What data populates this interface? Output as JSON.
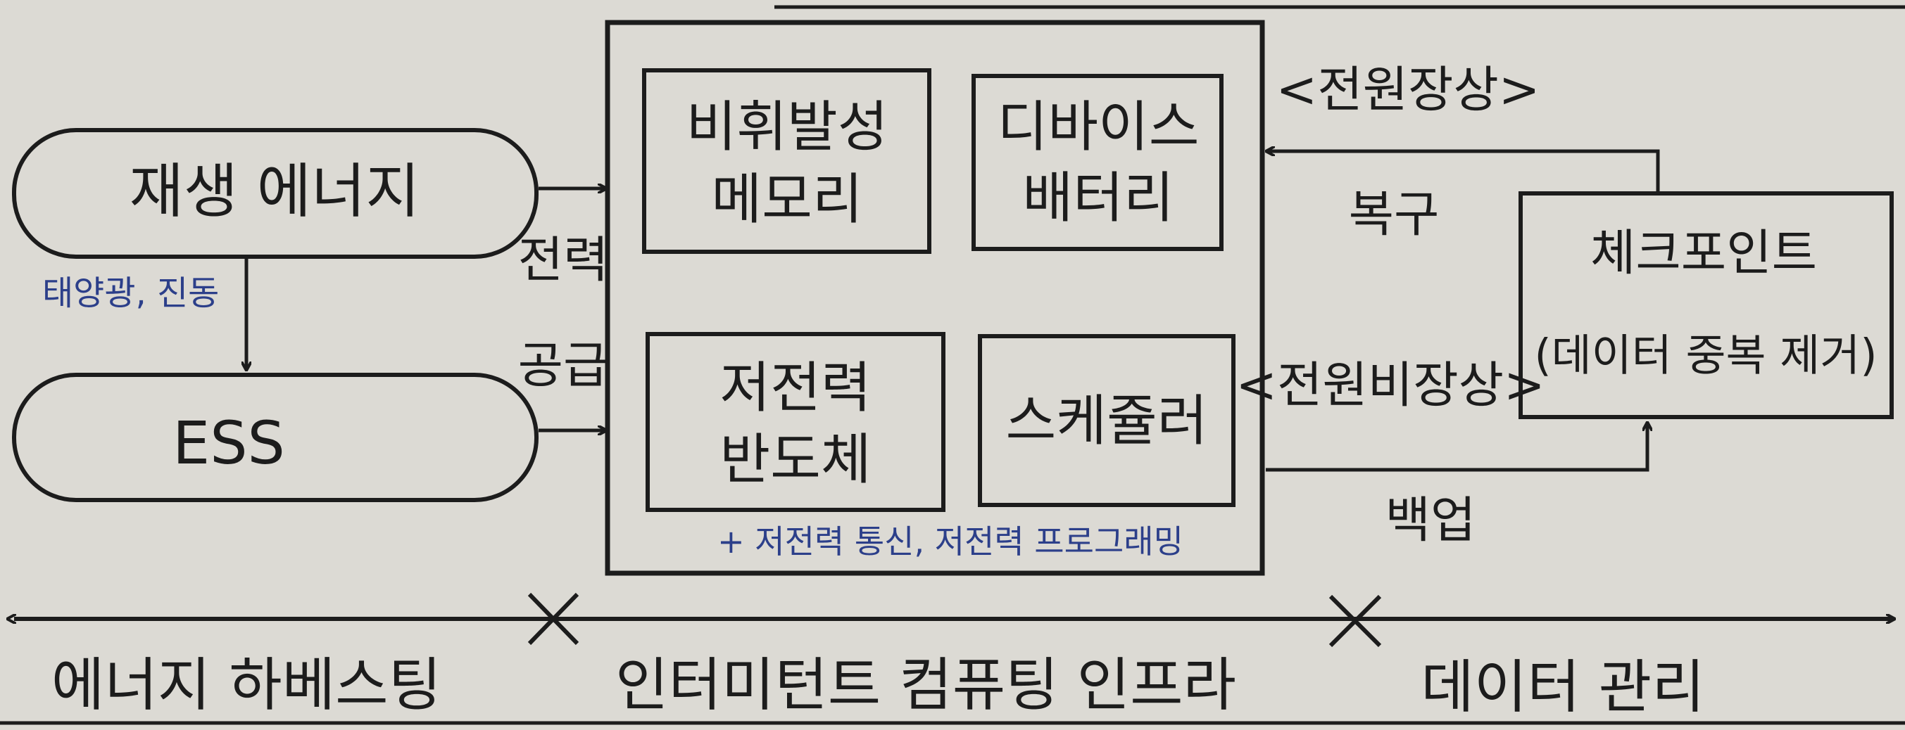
{
  "sources": {
    "renewable": "재생 에너지",
    "renewable_examples": "태양광, 진동",
    "ess": "ESS"
  },
  "power_supply_label": [
    "전력",
    "공급"
  ],
  "core": {
    "nonvolatile_memory": [
      "비휘발성",
      "메모리"
    ],
    "device_battery": [
      "디바이스",
      "배터리"
    ],
    "low_power_processor": [
      "저전력",
      "반도체"
    ],
    "scheduler": "스케쥴러",
    "footnote": "+ 저전력 통신, 저전력 프로그래밍"
  },
  "right": {
    "power_failure_top": "<전원장상>",
    "recovery": "복구",
    "power_failure_bottom": "<전원비장상>",
    "backup": "백업",
    "checkpoint": [
      "체크포인트",
      "(데이터 중복 제거)"
    ]
  },
  "bottom_axis": {
    "energy_harvesting": "에너지 하베스팅",
    "intermittent_computing": "인터미턴트 컴퓨팅 인프라",
    "data_management": "데이터 관리"
  },
  "colors": {
    "ink": "#1c1c1c",
    "blue_ink": "#2c3f8a",
    "paper": "#dcdad4"
  }
}
